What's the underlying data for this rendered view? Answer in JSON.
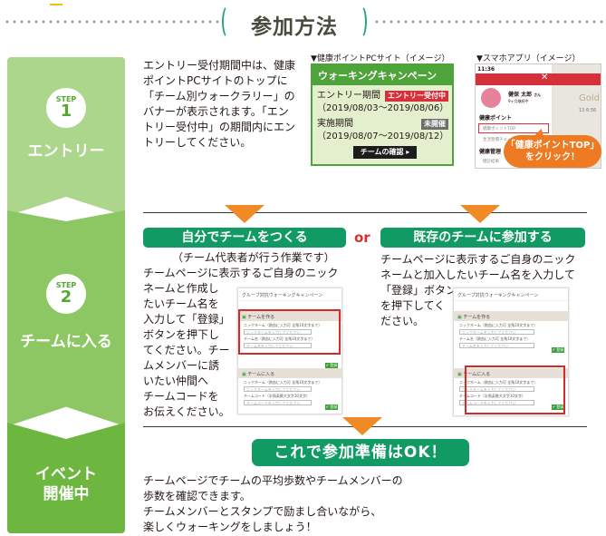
{
  "header": {
    "title": "参加方法"
  },
  "steps": [
    {
      "step_label": "STEP",
      "number": "1",
      "name": "エントリー"
    },
    {
      "step_label": "STEP",
      "number": "2",
      "name": "チームに入る"
    },
    {
      "name_line1": "イベント",
      "name_line2": "開催中"
    }
  ],
  "step1": {
    "description": [
      "エントリー受付期間中は、健康",
      "ポイントPCサイトのトップに",
      "「チーム別ウォークラリー」の",
      "バナーが表示されます。「エン",
      "トリー受付中」の期間内にエン",
      "トリーしてください。"
    ],
    "pc_caption": "▼健康ポイントPCサイト（イメージ）",
    "pc": {
      "banner_title": "ウォーキングキャンペーン",
      "entry_label": "エントリー期間",
      "entry_badge": "エントリー受付中",
      "entry_dates": "（2019/08/03〜2019/08/06）",
      "event_label": "実施期間",
      "event_badge": "未開催",
      "event_dates": "（2019/08/07〜2019/08/12）",
      "button": "チームの確認 ▸"
    },
    "sp_caption": "▼スマホアプリ（イメージ）",
    "phone": {
      "time": "11:36",
      "user_name": "健保 太郎",
      "honorific": "さん",
      "user_status": "9ヶ月継続中",
      "section": "健康ポイント",
      "menu_item": "健康ポイントTOP",
      "menu_item2": "生活習慣チェック",
      "section2": "健康管理",
      "menu_item3": "健診結果",
      "bg_text": "Gold",
      "bg_time": "13 6:56"
    },
    "callout": [
      "「健康ポイントTOP」",
      "をクリック！"
    ]
  },
  "step2": {
    "option_a": {
      "button": "自分でチームをつくる",
      "note": "（チーム代表者が行う作業です）",
      "lead": "チームページに表示するご自身のニック",
      "description": [
        "ネームと作成し",
        "たいチーム名を",
        "入力して「登録」",
        "ボタンを押下し",
        "てください。チー",
        "ムメンバーに誘",
        "いたい仲間へ",
        "チームコードを",
        "お伝えください。"
      ]
    },
    "or_label": "or",
    "option_b": {
      "button": "既存のチームに参加する",
      "lead": [
        "チームページに表示するご自身のニック",
        "ネームと加入したいチーム名を入力して"
      ],
      "description": [
        "「登録」ボタン",
        "を押下してく",
        "ださい。"
      ]
    },
    "form": {
      "title": "グループ対抗ウォーキングキャンペーン",
      "create_section": "チームを作る",
      "nickname_label": "ニックネーム（熱血に入力可 全角10文字まで）",
      "nickname_placeholder": "ニックネームを入力してください",
      "team_label": "チーム名（熱血に入力可 全角10文字まで）",
      "team_placeholder": "チーム名を入力してください",
      "join_section": "チームに入る",
      "code_label": "チームコード（半角英数大文字10文字）",
      "code_placeholder": "チームコードを入力してください",
      "register": "✔ 登録"
    }
  },
  "step3": {
    "button": "これで参加準備はOK！",
    "description": [
      "チームページでチームの平均歩数やチームメンバーの",
      "歩数を確認できます。",
      "チームメンバーとスタンプで励まし合いながら、",
      "楽しくウォーキングをしましょう！"
    ]
  },
  "colors": {
    "accent_green": "#119a63",
    "arrow_orange": "#f08a24",
    "step1": "#acd68c",
    "step2": "#8dc764",
    "step3": "#6db640",
    "alert_red": "#d6313b"
  }
}
